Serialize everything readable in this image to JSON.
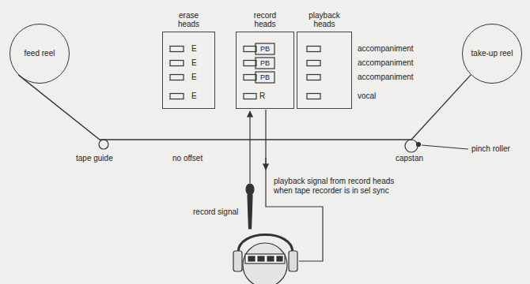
{
  "diagram": {
    "nodes": [
      {
        "text": [
          "feed reel"
        ]
      },
      {
        "text": [
          "erase heads"
        ]
      },
      {
        "text": [
          "record heads"
        ]
      },
      {
        "text": [
          "playback heads"
        ]
      },
      {
        "text": [
          "take-up reel"
        ]
      }
    ],
    "edges": [
      {
        "from": 0,
        "to": 4,
        "arrow": "none"
      }
    ],
    "labels": [
      "E",
      "E",
      "E",
      "E",
      "PB",
      "PB",
      "PB",
      "R",
      "accompaniment",
      "accompaniment",
      "accompaniment",
      "vocal",
      "tape guide",
      "no offset",
      "capstan",
      "pinch roller",
      "record signal",
      "playback signal from record heads when tape recorder is in sel sync"
    ]
  }
}
